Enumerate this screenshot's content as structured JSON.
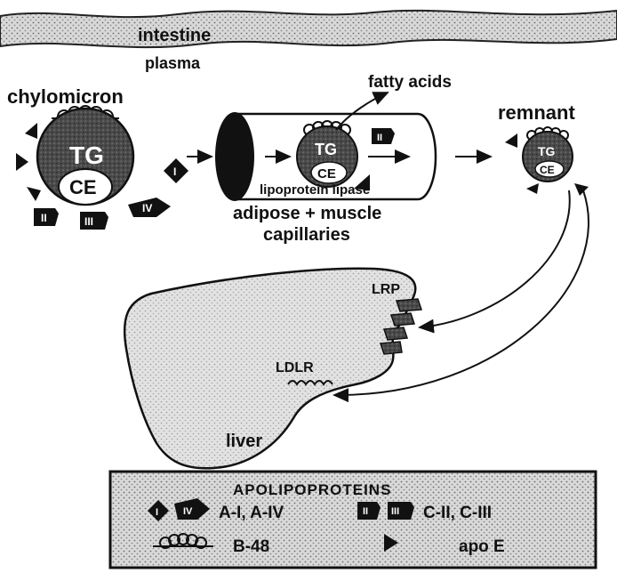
{
  "labels": {
    "intestine": "intestine",
    "plasma": "plasma",
    "chylomicron": "chylomicron",
    "fatty_acids": "fatty acids",
    "remnant": "remnant",
    "tg": "TG",
    "ce": "CE",
    "lipoprotein_lipase": "lipoprotein lipase",
    "capillaries_line1": "adipose + muscle",
    "capillaries_line2": "capillaries",
    "lrp": "LRP",
    "ldlr": "LDLR",
    "liver": "liver"
  },
  "apo_badges": {
    "I": "I",
    "II": "II",
    "III": "III",
    "IV": "IV"
  },
  "legend": {
    "title": "APOLIPOPROTEINS",
    "a_label": "A-I, A-IV",
    "c_label": "C-II, C-III",
    "b_label": "B-48",
    "e_label": "apo E"
  },
  "colors": {
    "ink": "#111111",
    "particle_fill": "#555555",
    "stipple_bg": "#d9d9d9",
    "liver_fill": "#d2d2d2",
    "paper": "#ffffff"
  }
}
